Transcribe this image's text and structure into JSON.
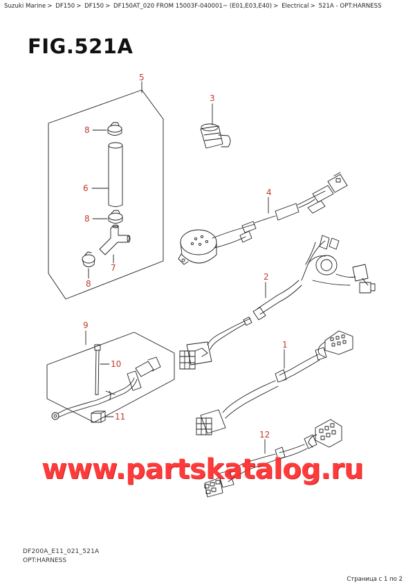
{
  "breadcrumb": [
    "Suzuki Marine",
    "DF150",
    "DF150",
    "DF150AT_020 FROM 15003F-040001~ (E01,E03,E40)",
    "Electrical",
    "521A - OPT:HARNESS"
  ],
  "breadcrumb_separator": ">",
  "figure_title": "FIG.521A",
  "parts": {
    "p1": "1",
    "p2": "2",
    "p3": "3",
    "p4": "4",
    "p5": "5",
    "p6": "6",
    "p7": "7",
    "p8a": "8",
    "p8b": "8",
    "p8c": "8",
    "p9": "9",
    "p10": "10",
    "p11": "11",
    "p12": "12"
  },
  "footer": {
    "code": "DF200A_E11_021_521A",
    "name": "OPT:HARNESS"
  },
  "watermark": "www.partskatalog.ru",
  "page_counter": "Страница с 1 по 2",
  "colors": {
    "callout": "#c0392b",
    "line": "#1a1a1a",
    "watermark": "#ff2a2a"
  }
}
